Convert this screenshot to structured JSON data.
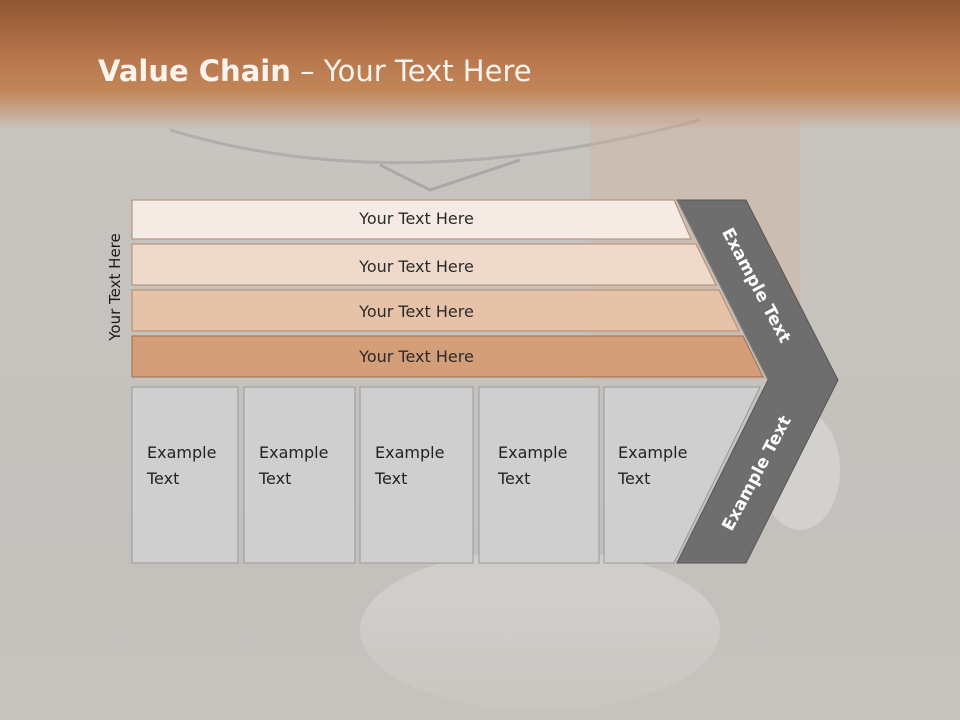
{
  "title": {
    "bold": "Value Chain",
    "rest": " – Your Text Here"
  },
  "side_label": "Your Text Here",
  "bars": [
    {
      "label": "Your Text Here",
      "color": "#f5ebe4"
    },
    {
      "label": "Your Text Here",
      "color": "#efd9ca"
    },
    {
      "label": "Your Text Here",
      "color": "#e6c3a8"
    },
    {
      "label": "Your Text Here",
      "color": "#d49e79"
    }
  ],
  "boxes": [
    {
      "line1": "Example",
      "line2": "Text"
    },
    {
      "line1": "Example",
      "line2": "Text"
    },
    {
      "line1": "Example",
      "line2": "Text"
    },
    {
      "line1": "Example",
      "line2": "Text"
    },
    {
      "line1": "Example",
      "line2": "Text"
    }
  ],
  "chevron": {
    "upper": "Example Text",
    "lower": "Example Text",
    "color": "#6e6e6e"
  }
}
